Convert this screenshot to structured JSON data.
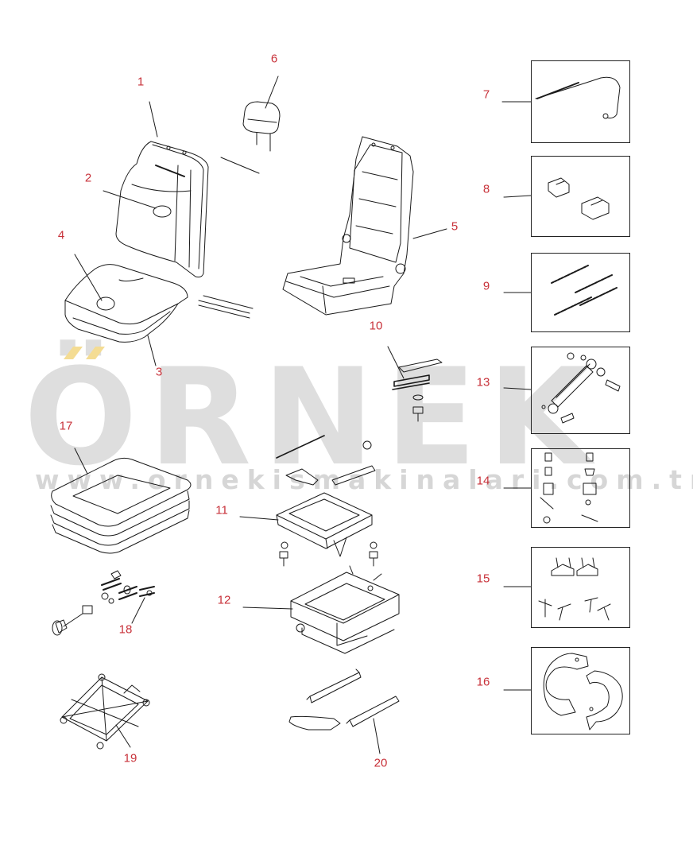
{
  "watermark": {
    "brand": "ÖRNEK",
    "url": "www.ornekismakinalari.com.tr",
    "accent_color": "#f3d98a",
    "text_color": "#d5d5d5"
  },
  "label_color": "#c8323a",
  "parts": {
    "p1": "1",
    "p2": "2",
    "p3": "3",
    "p4": "4",
    "p5": "5",
    "p6": "6",
    "p7": "7",
    "p8": "8",
    "p9": "9",
    "p10": "10",
    "p11": "11",
    "p12": "12",
    "p13": "13",
    "p14": "14",
    "p15": "15",
    "p16": "16",
    "p17": "17",
    "p18": "18",
    "p19": "19",
    "p20": "20"
  },
  "icons": {
    "seat_back_cushion": "seat-back-cushion-drawing",
    "seat_cushion": "seat-cushion-drawing",
    "headrest": "headrest-drawing",
    "seat_frame": "seat-frame-drawing",
    "cable": "cable-drawing",
    "bump_stops": "bump-stop-drawing",
    "springs": "spring-set-drawing",
    "damper": "damper-drawing",
    "small_parts": "small-parts-drawing",
    "brackets": "bracket-set-drawing",
    "straps": "strap-drawing",
    "bellows": "bellows-drawing",
    "scissor": "scissor-mechanism-drawing",
    "rails": "seat-rail-drawing"
  }
}
